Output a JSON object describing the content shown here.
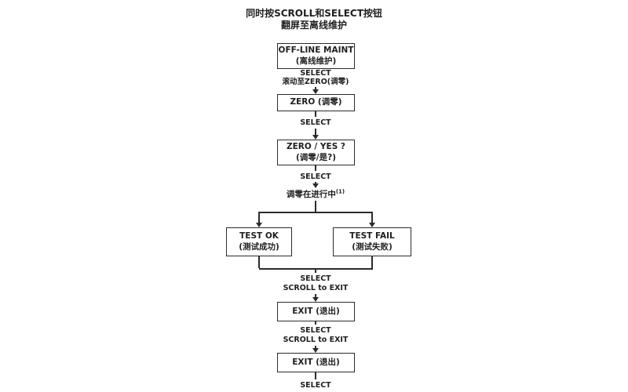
{
  "header": {
    "line1": "同时按SCROLL和SELECT按钮",
    "line2": "翻屏至离线维护"
  },
  "boxes": {
    "offline_maint": {
      "line1": "OFF-LINE MAINT",
      "line2": "(离线维护)"
    },
    "zero": {
      "line1": "ZERO (调零)"
    },
    "zero_yes": {
      "line1": "ZERO / YES ?",
      "line2": "(调零/是?)"
    },
    "test_ok": {
      "line1": "TEST OK",
      "line2": "(测试成功)"
    },
    "test_fail": {
      "line1": "TEST FAIL",
      "line2": "(测试失败)"
    },
    "exit1": {
      "line1": "EXIT (退出)"
    },
    "exit2": {
      "line1": "EXIT (退出)"
    }
  },
  "connectors": {
    "select": "SELECT",
    "scroll_to_zero": "滚动至ZERO(调零)",
    "scroll_to_exit": "SCROLL to EXIT"
  },
  "status": {
    "zero_in_progress": "调零在进行中",
    "footnote_marker": "(1)"
  },
  "colors": {
    "line": "#2b2b2b",
    "text": "#1f1f1f",
    "background": "#ffffff"
  }
}
